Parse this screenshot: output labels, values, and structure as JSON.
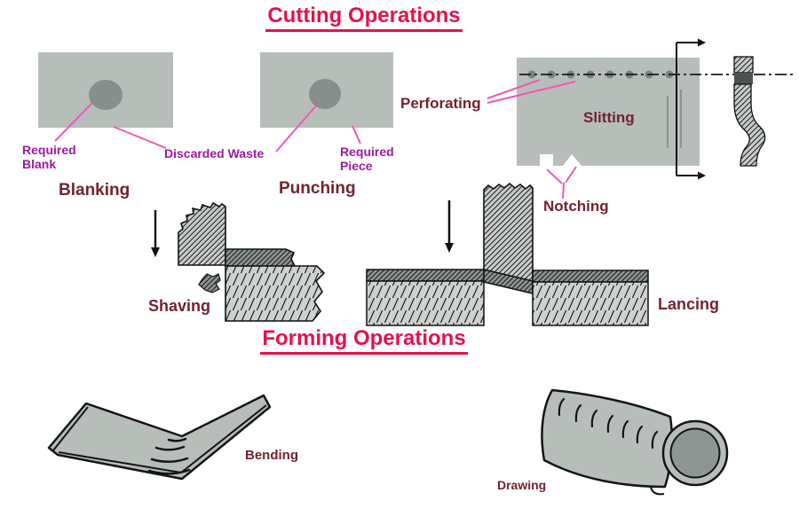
{
  "titles": {
    "cutting": "Cutting Operations",
    "forming": "Forming Operations"
  },
  "cutting": {
    "blanking": {
      "label": "Blanking",
      "required_callout": "Required Blank",
      "waste_callout": "Discarded Waste"
    },
    "punching": {
      "label": "Punching",
      "required_callout": "Required Piece"
    },
    "perforating": {
      "label": "Perforating"
    },
    "slitting": {
      "label": "Slitting"
    },
    "notching": {
      "label": "Notching"
    },
    "shaving": {
      "label": "Shaving"
    },
    "lancing": {
      "label": "Lancing"
    }
  },
  "forming": {
    "bending": {
      "label": "Bending"
    },
    "drawing": {
      "label": "Drawing"
    }
  },
  "colors": {
    "title_red": "#e5114b",
    "operation_label_maroon": "#72222e",
    "callout_purple": "#9c1ba1",
    "leader_line_pink": "#f356b4",
    "sheet_gray": "#b7beba",
    "slug_gray": "#868f8b",
    "centerline_black": "#1a1a1a"
  },
  "icons": {
    "down_arrow": "downward punch-force arrow",
    "section_arrow": "section view arrows",
    "centerline": "dash-dot centerline through perforation holes"
  }
}
